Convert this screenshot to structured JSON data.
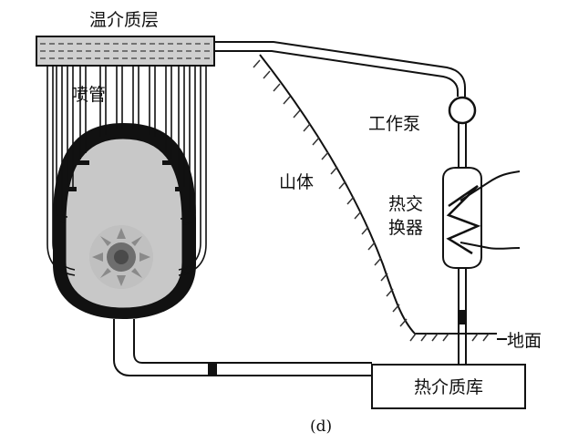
{
  "labels": {
    "medium_layer": "温介质层",
    "spray_pipes": "喷管",
    "pump": "工作泵",
    "mountain": "山体",
    "heat_exchanger_line1": "热交",
    "heat_exchanger_line2": "换器",
    "ground": "地面",
    "reservoir": "热介质库",
    "caption": "(d)"
  },
  "colors": {
    "line": "#111111",
    "layer_fill": "#cfcfcf",
    "vessel_fill": "#c8c8c8",
    "hatch": "#333333",
    "core_gray": "#8a8a8a"
  }
}
